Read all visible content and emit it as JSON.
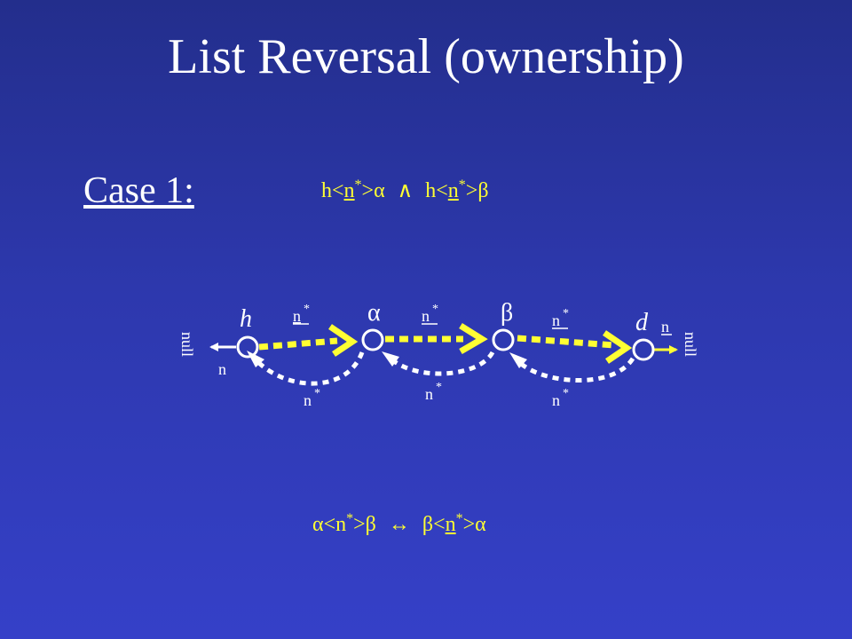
{
  "title": "List Reversal (ownership)",
  "case_label": "Case 1:",
  "formula_top": {
    "left_h": "h<",
    "left_n": "n",
    "left_star": "*",
    "left_close": ">α",
    "and": "∧",
    "right_h": "h<",
    "right_n": "n",
    "right_star": "*",
    "right_close": ">β"
  },
  "formula_bottom": {
    "lhs_pre": "α<",
    "lhs_n": "n",
    "lhs_star": "*",
    "lhs_post": ">β",
    "iff": "↔",
    "rhs_pre": "β<",
    "rhs_n": "n",
    "rhs_star": "*",
    "rhs_post": ">α"
  },
  "diagram": {
    "nodes": [
      {
        "id": "h",
        "label": "h"
      },
      {
        "id": "alpha",
        "label": "α"
      },
      {
        "id": "beta",
        "label": "β"
      },
      {
        "id": "d",
        "label": "d"
      }
    ],
    "edge_labels": {
      "n": "n",
      "star": "*",
      "null": "null"
    }
  },
  "colors": {
    "background_top": "#232e8c",
    "background_bottom": "#3540c8",
    "text": "#ffffff",
    "accent": "#ffff33"
  }
}
